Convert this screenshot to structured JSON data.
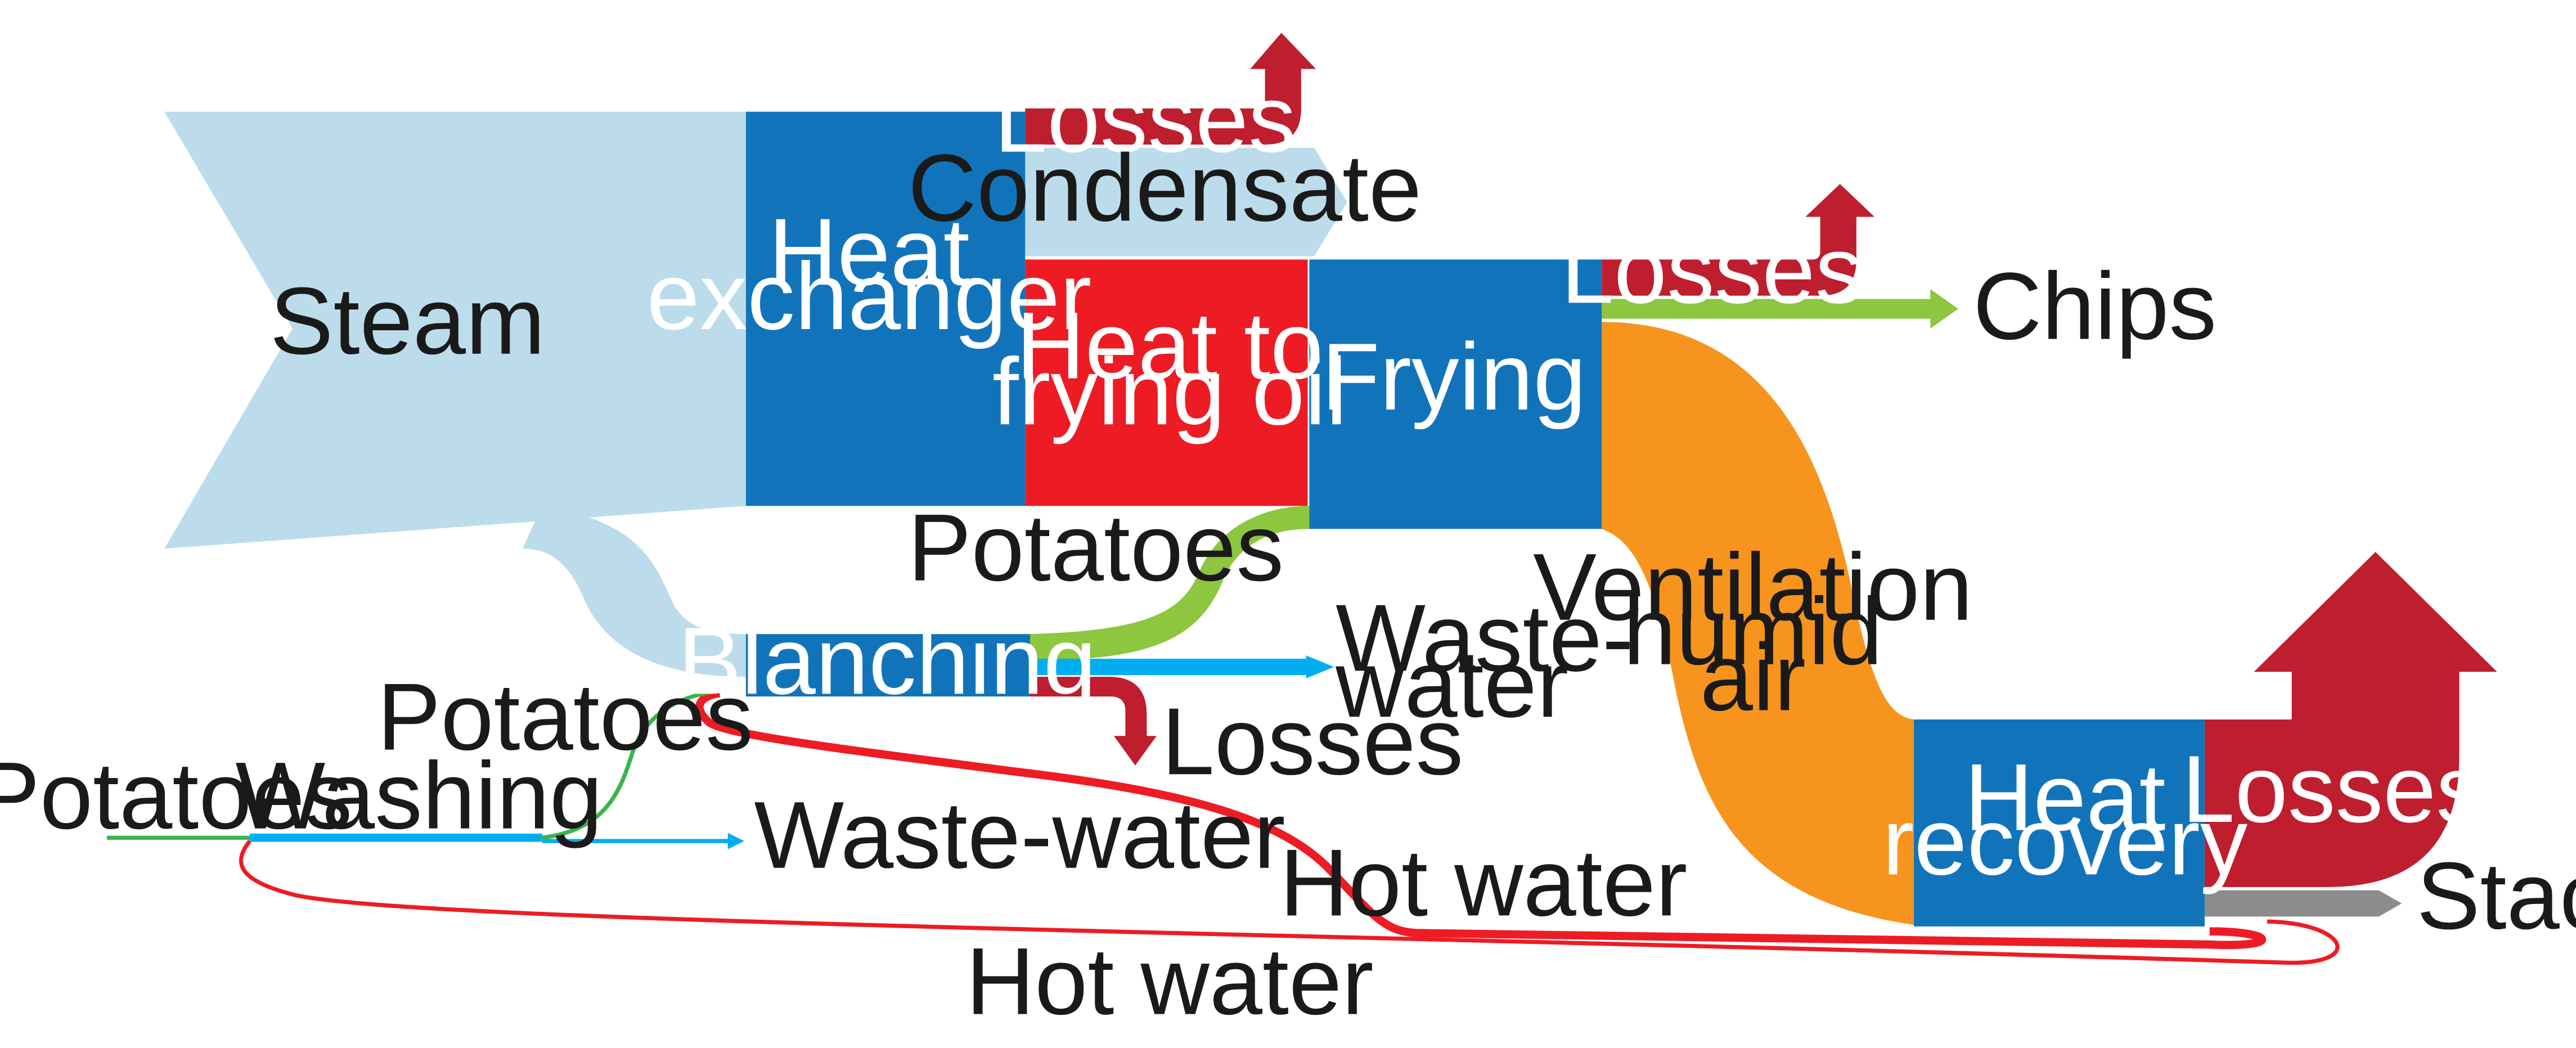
{
  "colors": {
    "steam": "#bcdcec",
    "process_blue": "#1174bb",
    "heat_red": "#ed1c24",
    "losses_red": "#be1e2d",
    "potatoes_green": "#8dc63f",
    "washing_green": "#39b54a",
    "water_blue": "#00aeef",
    "ventilation_orange": "#f7941d",
    "stack_gray": "#8c8c8c",
    "text": "#1a1a1a"
  },
  "nodes": {
    "steam": "Steam",
    "heat_exchanger": [
      "Heat",
      "exchanger"
    ],
    "heat_to_frying_oil": [
      "Heat to",
      "frying oil"
    ],
    "frying": "Frying",
    "blanching": "Blanching",
    "heat_recovery": [
      "Heat",
      "recovery"
    ],
    "washing": "Washing"
  },
  "flows": {
    "losses_heat_exchanger": "Losses",
    "condensate": "Condensate",
    "losses_frying": "Losses",
    "chips": "Chips",
    "potatoes_to_frying": "Potatoes",
    "waste_water_blanching": [
      "Waste-",
      "water"
    ],
    "losses_blanching": "Losses",
    "potatoes_to_blanching": "Potatoes",
    "potatoes_input": "Potatoes",
    "waste_water_washing": "Waste-water",
    "ventilation_humid_air": [
      "Ventilation",
      "humid",
      "air"
    ],
    "losses_heat_recovery": "Losses",
    "stack": "Stack",
    "hot_water_upper": "Hot water",
    "hot_water_lower": "Hot water"
  }
}
